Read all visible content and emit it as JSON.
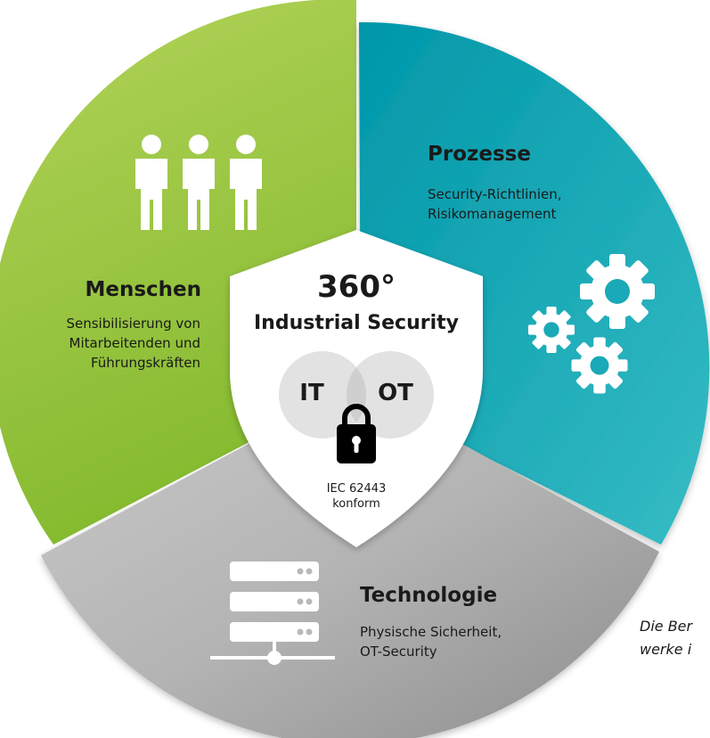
{
  "segments": {
    "menschen": {
      "title": "Menschen",
      "desc_lines": [
        "Sensibilisierung von",
        "Mitarbeitenden und",
        "Führungskräften"
      ],
      "color": "#8dc63f",
      "icon": "people-icon"
    },
    "prozesse": {
      "title": "Prozesse",
      "desc_lines": [
        "Security-Richtlinien,",
        "Risikomanagement"
      ],
      "color": "#00a5b5",
      "icon": "gears-icon"
    },
    "technologie": {
      "title": "Technologie",
      "desc_lines": [
        "Physische Sicherheit,",
        "OT-Security"
      ],
      "color": "#b0b0b0",
      "icon": "server-icon"
    }
  },
  "center": {
    "degree": "360°",
    "title": "Industrial Security",
    "it": "IT",
    "ot": "OT",
    "lock_icon": "lock-icon",
    "iec_line1": "IEC 62443",
    "iec_line2": "konform"
  },
  "caption": {
    "line1": "Die Ber",
    "line2": "werke i"
  }
}
